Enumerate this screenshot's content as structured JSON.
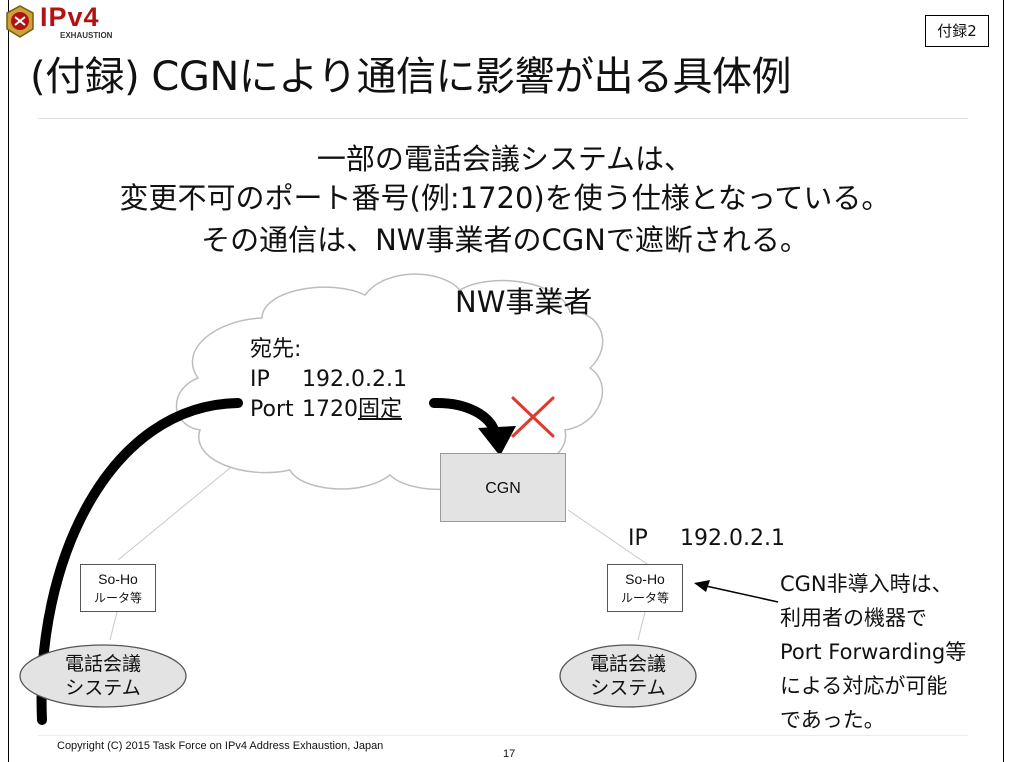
{
  "logo": {
    "text": "IPv4",
    "subtext": "EXHAUSTION"
  },
  "badge": "付録2",
  "title": "(付録) CGNにより通信に影響が出る具体例",
  "lead": [
    "一部の電話会議システムは、",
    "変更不可のポート番号(例:1720)を使う仕様となっている。",
    "その通信は、NW事業者のCGNで遮断される。"
  ],
  "diagram": {
    "cloud_label": "NW事業者",
    "destination": {
      "heading": "宛先:",
      "ip_key": "IP",
      "ip_value": "192.0.2.1",
      "port_key": "Port",
      "port_value": "1720",
      "port_fixed": "固定"
    },
    "cgn_label": "CGN",
    "cgn_ip_key": "IP",
    "cgn_ip_value": "192.0.2.1",
    "router_left": {
      "line1": "So-Ho",
      "line2": "ルータ等"
    },
    "router_right": {
      "line1": "So-Ho",
      "line2": "ルータ等"
    },
    "system_left": {
      "line1": "電話会議",
      "line2": "システム"
    },
    "system_right": {
      "line1": "電話会議",
      "line2": "システム"
    },
    "note": [
      "CGN非導入時は、",
      "利用者の機器で",
      "Port Forwarding等",
      "による対応が可能",
      "であった。"
    ]
  },
  "footer": {
    "copyright": "Copyright (C) 2015 Task Force on IPv4 Address Exhaustion, Japan",
    "page": "17"
  }
}
